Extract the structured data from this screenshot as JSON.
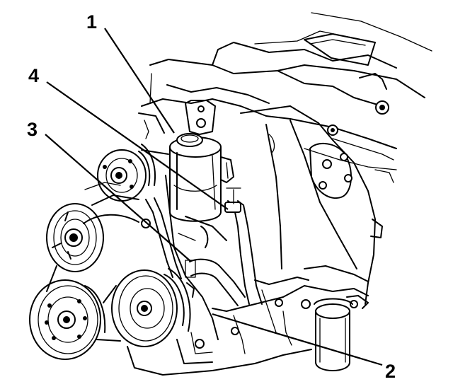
{
  "callouts": [
    {
      "id": "1",
      "label": "1"
    },
    {
      "id": "2",
      "label": "2"
    },
    {
      "id": "3",
      "label": "3"
    },
    {
      "id": "4",
      "label": "4"
    }
  ],
  "colors": {
    "ink": "#000000",
    "background": "#ffffff"
  }
}
